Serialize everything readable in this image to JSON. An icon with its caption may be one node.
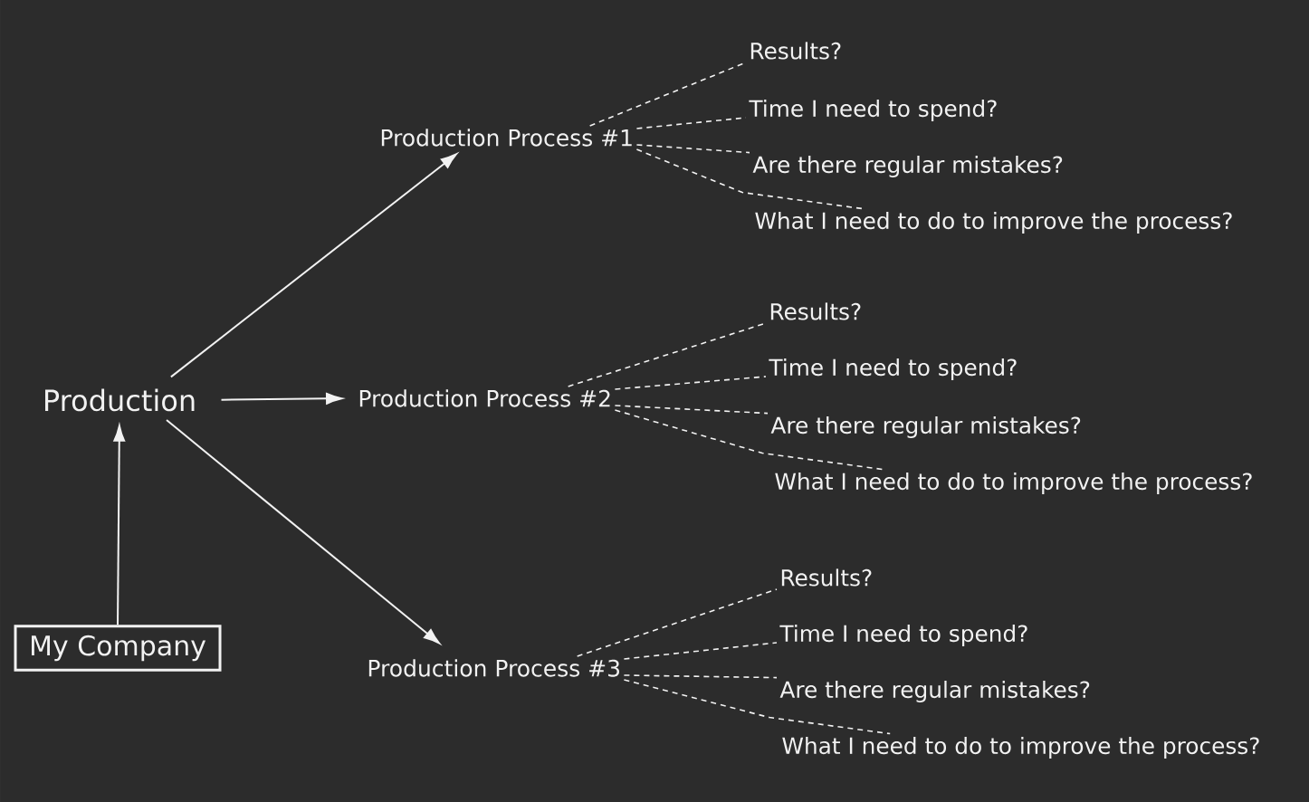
{
  "diagram": {
    "nodes": [
      {
        "text": [
          "My Company"
        ]
      },
      {
        "text": [
          "Production"
        ]
      },
      {
        "text": [
          "Production Process #1"
        ]
      },
      {
        "text": [
          "Results?"
        ]
      },
      {
        "text": [
          "Time I need to spend?"
        ]
      },
      {
        "text": [
          "Are there regular mistakes?"
        ]
      },
      {
        "text": [
          "What I need to do to improve the process?"
        ]
      },
      {
        "text": [
          "Production Process #2"
        ]
      },
      {
        "text": [
          "Results?"
        ]
      },
      {
        "text": [
          "Time I need to spend?"
        ]
      },
      {
        "text": [
          "Are there regular mistakes?"
        ]
      },
      {
        "text": [
          "What I need to do to improve the process?"
        ]
      },
      {
        "text": [
          "Production Process #3"
        ]
      },
      {
        "text": [
          "Results?"
        ]
      },
      {
        "text": [
          "Time I need to spend?"
        ]
      },
      {
        "text": [
          "Are there regular mistakes?"
        ]
      },
      {
        "text": [
          "What I need to do to improve the process?"
        ]
      }
    ],
    "edges": [
      {
        "from": 0,
        "to": 1,
        "arrow": "to"
      },
      {
        "from": 1,
        "to": 2,
        "arrow": "to"
      },
      {
        "from": 1,
        "to": 7,
        "arrow": "to"
      },
      {
        "from": 1,
        "to": 12,
        "arrow": "to"
      },
      {
        "from": 2,
        "to": 3,
        "arrow": "none",
        "style": "dashed"
      },
      {
        "from": 2,
        "to": 4,
        "arrow": "none",
        "style": "dashed"
      },
      {
        "from": 2,
        "to": 5,
        "arrow": "none",
        "style": "dashed"
      },
      {
        "from": 2,
        "to": 6,
        "arrow": "none",
        "style": "dashed"
      },
      {
        "from": 7,
        "to": 8,
        "arrow": "none",
        "style": "dashed"
      },
      {
        "from": 7,
        "to": 9,
        "arrow": "none",
        "style": "dashed"
      },
      {
        "from": 7,
        "to": 10,
        "arrow": "none",
        "style": "dashed"
      },
      {
        "from": 7,
        "to": 11,
        "arrow": "none",
        "style": "dashed"
      },
      {
        "from": 12,
        "to": 13,
        "arrow": "none",
        "style": "dashed"
      },
      {
        "from": 12,
        "to": 14,
        "arrow": "none",
        "style": "dashed"
      },
      {
        "from": 12,
        "to": 15,
        "arrow": "none",
        "style": "dashed"
      },
      {
        "from": 12,
        "to": 16,
        "arrow": "none",
        "style": "dashed"
      }
    ]
  }
}
